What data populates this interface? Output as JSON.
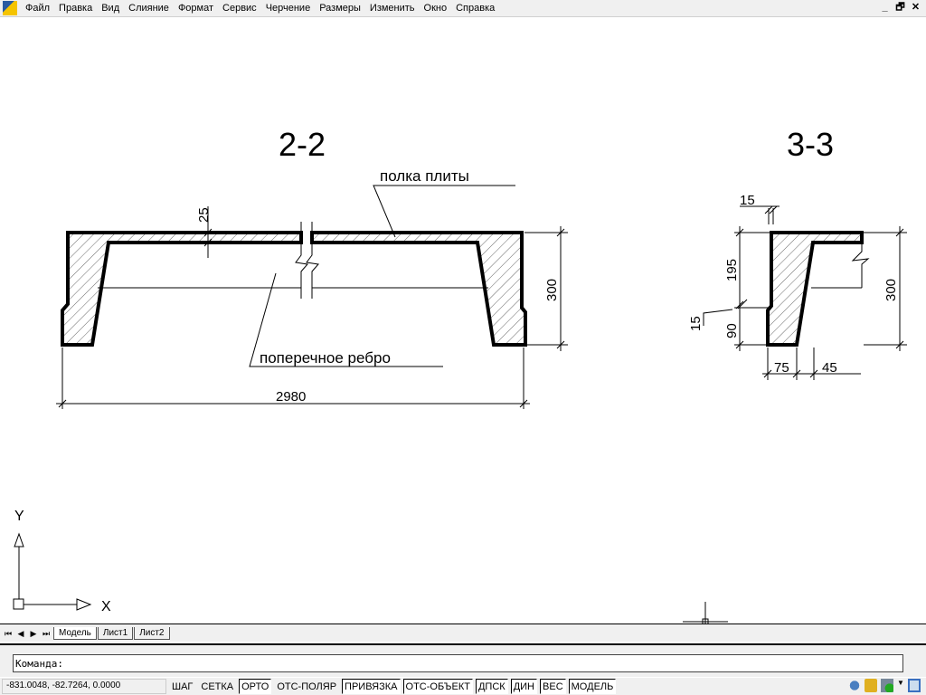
{
  "menu": [
    "Файл",
    "Правка",
    "Вид",
    "Слияние",
    "Формат",
    "Сервис",
    "Черчение",
    "Размеры",
    "Изменить",
    "Окно",
    "Справка"
  ],
  "window_buttons": {
    "minimize": "_",
    "restore": "🗗",
    "close": "✕"
  },
  "drawing": {
    "section1": {
      "title": "2-2",
      "label_flange": "полка плиты",
      "label_rib": "поперечное ребро",
      "dim_thickness": "25",
      "dim_height": "300",
      "dim_width": "2980"
    },
    "section2": {
      "title": "3-3",
      "dim_top": "15",
      "dim_upper": "195",
      "dim_step": "15",
      "dim_lower": "90",
      "dim_height": "300",
      "dim_bottom1": "75",
      "dim_bottom2": "45"
    },
    "ucs": {
      "x": "X",
      "y": "Y"
    }
  },
  "tabs": {
    "nav": [
      "⏮",
      "◀",
      "▶",
      "⏭"
    ],
    "layouts": [
      "Модель",
      "Лист1",
      "Лист2"
    ]
  },
  "command": {
    "prompt": "Команда:"
  },
  "status": {
    "coords": "-831.0048, -82.7264, 0.0000",
    "buttons": [
      {
        "label": "ШАГ",
        "on": false
      },
      {
        "label": "СЕТКА",
        "on": false
      },
      {
        "label": "ОРТО",
        "on": true
      },
      {
        "label": "ОТС-ПОЛЯР",
        "on": false
      },
      {
        "label": "ПРИВЯЗКА",
        "on": true
      },
      {
        "label": "ОТС-ОБЪЕКТ",
        "on": true
      },
      {
        "label": "ДПСК",
        "on": true
      },
      {
        "label": "ДИН",
        "on": true
      },
      {
        "label": "ВЕС",
        "on": true
      },
      {
        "label": "МОДЕЛЬ",
        "on": true
      }
    ]
  }
}
